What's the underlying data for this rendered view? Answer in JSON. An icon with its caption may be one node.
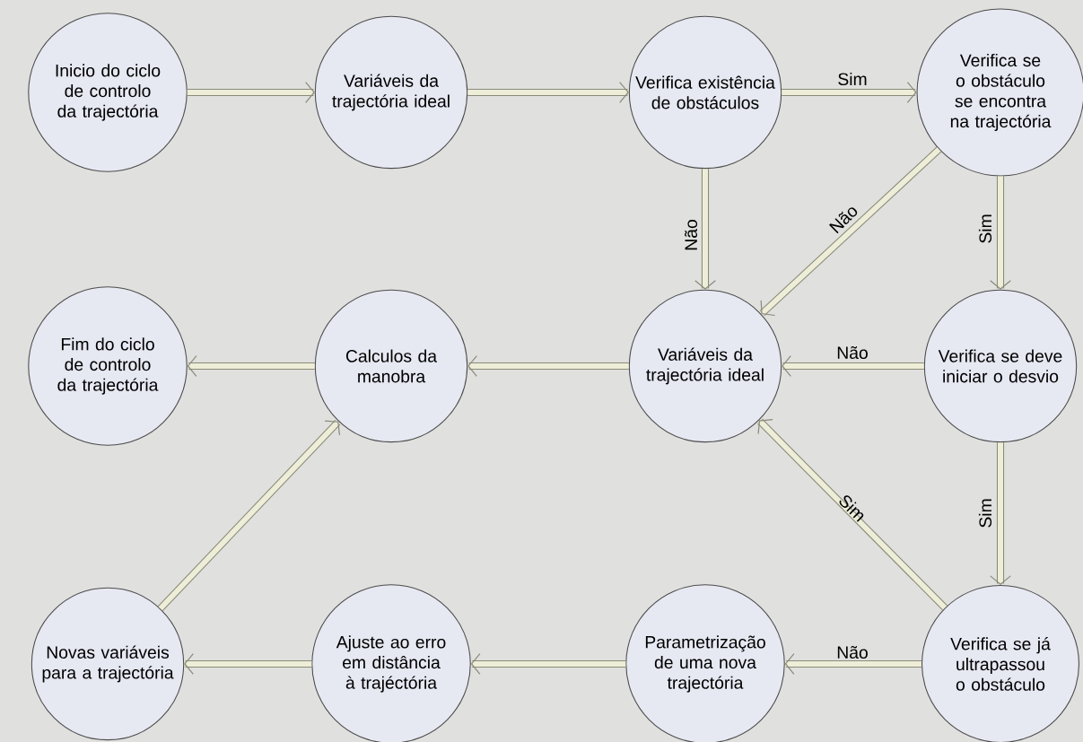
{
  "diagram": {
    "nodes": [
      {
        "text": [
          "Inicio do ciclo de controlo da trajectória"
        ]
      },
      {
        "text": [
          "Variáveis da trajectória ideal"
        ]
      },
      {
        "text": [
          "Verifica existência de obstáculos"
        ]
      },
      {
        "text": [
          "Verifica se o obstáculo se encontra na trajectória"
        ]
      },
      {
        "text": [
          "Fim do ciclo de controlo da trajectória"
        ]
      },
      {
        "text": [
          "Calculos da manobra"
        ]
      },
      {
        "text": [
          "Variáveis da trajectória ideal"
        ]
      },
      {
        "text": [
          "Verifica se deve iniciar o desvio"
        ]
      },
      {
        "text": [
          "Novas variáveis para a trajectória"
        ]
      },
      {
        "text": [
          "Ajuste ao erro em distância à trajéctória"
        ]
      },
      {
        "text": [
          "Parametrização de uma nova trajectória"
        ]
      },
      {
        "text": [
          "Verifica se já ultrapassou o obstáculo"
        ]
      }
    ],
    "edges": [
      {
        "from": 0,
        "to": 1,
        "arrow": "to"
      },
      {
        "from": 1,
        "to": 2,
        "arrow": "to"
      },
      {
        "from": 2,
        "to": 3,
        "arrow": "to",
        "label": "Sim"
      },
      {
        "from": 2,
        "to": 6,
        "arrow": "to",
        "label": "Não"
      },
      {
        "from": 3,
        "to": 6,
        "arrow": "to",
        "label": "Não"
      },
      {
        "from": 3,
        "to": 7,
        "arrow": "to",
        "label": "Sim"
      },
      {
        "from": 7,
        "to": 6,
        "arrow": "to",
        "label": "Não"
      },
      {
        "from": 7,
        "to": 11,
        "arrow": "to",
        "label": "Sim"
      },
      {
        "from": 11,
        "to": 6,
        "arrow": "to",
        "label": "Sim"
      },
      {
        "from": 11,
        "to": 10,
        "arrow": "to",
        "label": "Não"
      },
      {
        "from": 10,
        "to": 9,
        "arrow": "to"
      },
      {
        "from": 9,
        "to": 8,
        "arrow": "to"
      },
      {
        "from": 8,
        "to": 5,
        "arrow": "to"
      },
      {
        "from": 6,
        "to": 5,
        "arrow": "to"
      },
      {
        "from": 5,
        "to": 4,
        "arrow": "to"
      }
    ]
  }
}
